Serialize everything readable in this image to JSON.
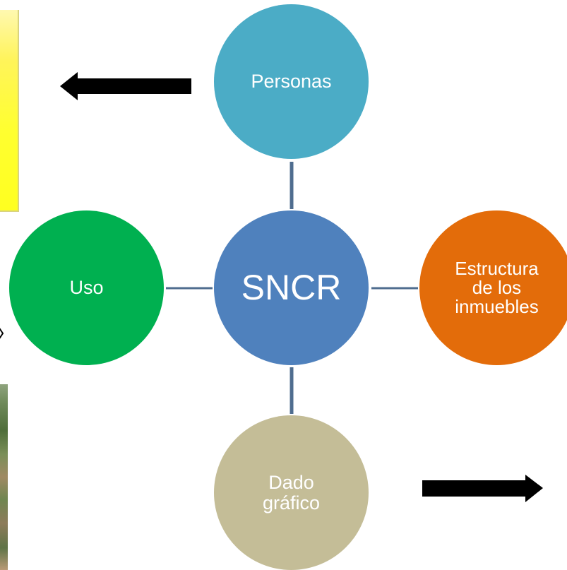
{
  "diagram": {
    "center": {
      "label": "SNCR",
      "color": "#4f81bd"
    },
    "nodes": [
      {
        "id": "personas",
        "label": "Personas",
        "color": "#4bacc6"
      },
      {
        "id": "uso",
        "label": "Uso",
        "color": "#00b050"
      },
      {
        "id": "estructura",
        "label": "Estructura\nde los\ninmuebles",
        "color": "#e36c0a"
      },
      {
        "id": "dado",
        "label": "Dado\ngráfico",
        "color": "#c4bd97"
      }
    ],
    "connector_color": "#4f6d8f",
    "arrow_color": "#000000",
    "left_panel_color": "#ffff33"
  }
}
